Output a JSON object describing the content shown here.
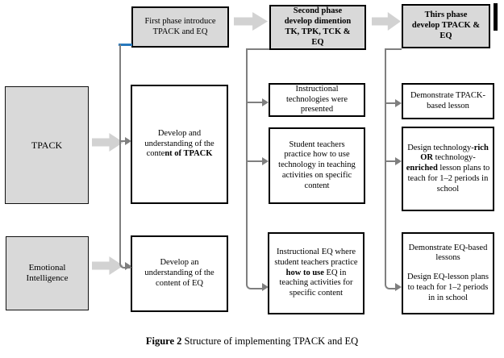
{
  "colors": {
    "box_fill": "#d9d9d9",
    "block_arrow": "#d2d2d2",
    "connector": "#7f7f7f",
    "accent_blue": "#2779bd"
  },
  "phases": {
    "phase1": "First phase introduce TPACK and EQ",
    "phase2": "Second phase develop dimention TK, TPK, TCK & EQ",
    "phase3": "Thirs phase develop TPACK & EQ"
  },
  "inputs": {
    "tpack": "TPACK",
    "ei": "Emotional Intelligence"
  },
  "col2": {
    "dev_tpack": {
      "p1": "Develop and understanding of the conte",
      "p2": "nt of TPACK"
    },
    "dev_eq": "Develop an understanding of  the content of EQ"
  },
  "col3": {
    "instr_tech": "Instructional technologies were presented",
    "student": "Student teachers practice how to use technology in teaching activities on specific content",
    "instr_eq": {
      "p1": "Instructional EQ where student teachers practice ",
      "p2": "how to use",
      "p3": " EQ in teaching activities for specific content"
    }
  },
  "col4": {
    "demo_tpack": "Demonstrate TPACK-based lesson",
    "design_tech": {
      "p1": "Design technology-",
      "p2": "rich OR",
      "p3": " technology-",
      "p4": "enriched",
      "p5": " lesson plans to teach for 1–2 periods in school"
    },
    "demo_eq": {
      "p1": "Demonstrate EQ-based lessons",
      "p2": "Design EQ-lesson plans to teach for 1–2 periods in in school"
    }
  },
  "caption": {
    "label": "Figure 2",
    "text": " Structure of implementing TPACK and EQ"
  }
}
